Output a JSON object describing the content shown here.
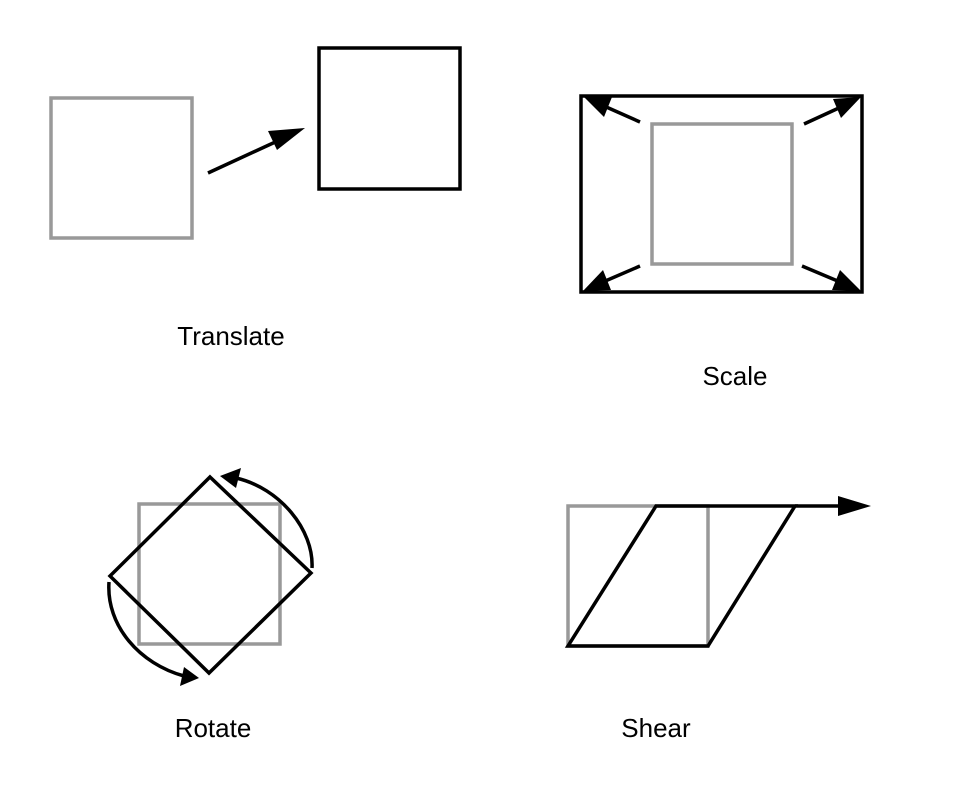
{
  "labels": {
    "translate": "Translate",
    "scale": "Scale",
    "rotate": "Rotate",
    "shear": "Shear"
  },
  "colors": {
    "original_shape": "#999999",
    "transformed_shape": "#000000",
    "arrow": "#000000",
    "text": "#000000",
    "background": "#ffffff"
  }
}
